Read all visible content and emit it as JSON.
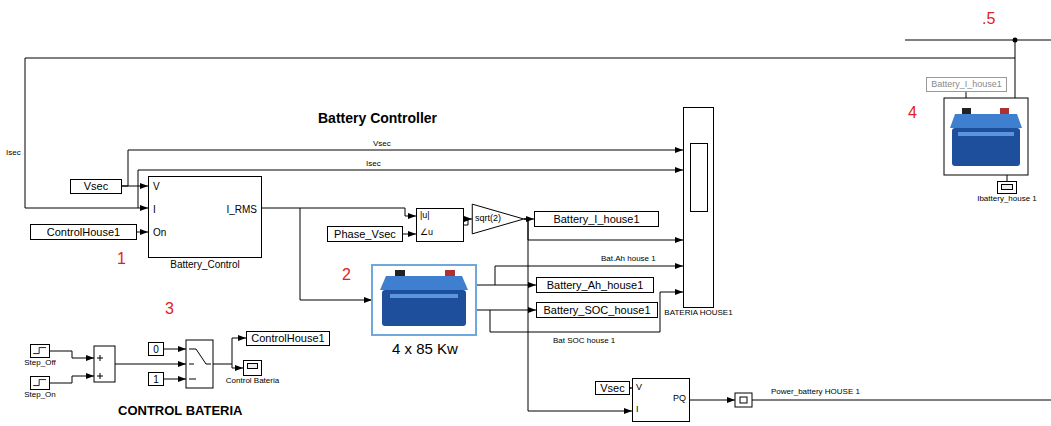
{
  "diagram": {
    "nodes": [
      {
        "text": [
          "Vsec"
        ]
      },
      {
        "text": [
          "ControlHouse1"
        ]
      },
      {
        "text": [
          "V",
          "I",
          "On",
          "I_RMS",
          "Battery_Control"
        ]
      },
      {
        "text": [
          "Phase_Vsec"
        ]
      },
      {
        "text": [
          "|u|",
          "∠u"
        ]
      },
      {
        "text": [
          "sqrt(2)"
        ]
      },
      {
        "text": [
          "Battery_I_house1"
        ]
      },
      {
        "text": [
          "Battery_Ah_house1"
        ]
      },
      {
        "text": [
          "Battery_SOC_house1"
        ]
      },
      {
        "text": [
          "BATERIA HOUSE1"
        ]
      },
      {
        "text": [
          "Battery_I_house1"
        ]
      },
      {
        "text": [
          "Ibattery_house 1"
        ]
      },
      {
        "text": [
          "Step_Off"
        ]
      },
      {
        "text": [
          "Step_On"
        ]
      },
      {
        "text": [
          "0"
        ]
      },
      {
        "text": [
          "1"
        ]
      },
      {
        "text": [
          "ControlHouse1"
        ]
      },
      {
        "text": [
          "Control Bateria"
        ]
      },
      {
        "text": [
          "Vsec"
        ]
      },
      {
        "text": [
          "V",
          "I",
          "PQ"
        ]
      }
    ],
    "edges": [
      {
        "from": 0,
        "to": 2,
        "arrow": "to"
      },
      {
        "from": 1,
        "to": 2,
        "arrow": "to"
      },
      {
        "from": 2,
        "to": 4,
        "arrow": "to"
      },
      {
        "from": 3,
        "to": 4,
        "arrow": "to"
      },
      {
        "from": 4,
        "to": 5,
        "arrow": "to"
      },
      {
        "from": 5,
        "to": 6,
        "arrow": "to"
      },
      {
        "from": 5,
        "to": 19,
        "arrow": "to"
      },
      {
        "from": 5,
        "to": 9,
        "arrow": "to"
      },
      {
        "from": 0,
        "to": 9,
        "label": "Vsec",
        "arrow": "to"
      },
      {
        "from": 18,
        "to": 19,
        "arrow": "to"
      }
    ],
    "labels": [
      ".5",
      "Battery Controller",
      "Isec",
      "Isec",
      "4",
      "1",
      "2",
      "Bat.Ah house 1",
      "Bat SOC house 1",
      "4 x 85 Kw",
      "3",
      "CONTROL BATERIA",
      "Power_battery HOUSE 1"
    ]
  }
}
